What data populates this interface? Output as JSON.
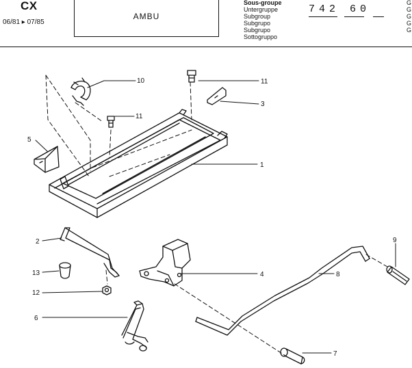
{
  "header": {
    "model": "CX",
    "dates": "06/81 ▸ 07/85",
    "title": "AMBU",
    "subgroup_labels": [
      "Sous-groupe",
      "Untergruppe",
      "Subgroup",
      "Subgrupo",
      "Subgrupo",
      "Sottogruppo"
    ],
    "code": "742 60",
    "edge_letters": [
      "G",
      "G",
      "G",
      "G",
      "G"
    ]
  },
  "callouts": [
    {
      "id": "10",
      "label": "10"
    },
    {
      "id": "11a",
      "label": "11"
    },
    {
      "id": "3",
      "label": "3"
    },
    {
      "id": "11b",
      "label": "11"
    },
    {
      "id": "5",
      "label": "5"
    },
    {
      "id": "1",
      "label": "1"
    },
    {
      "id": "2",
      "label": "2"
    },
    {
      "id": "4",
      "label": "4"
    },
    {
      "id": "9",
      "label": "9"
    },
    {
      "id": "8",
      "label": "8"
    },
    {
      "id": "13",
      "label": "13"
    },
    {
      "id": "12",
      "label": "12"
    },
    {
      "id": "6",
      "label": "6"
    },
    {
      "id": "7",
      "label": "7"
    }
  ],
  "colors": {
    "ink": "#111111",
    "paper": "#ffffff"
  }
}
